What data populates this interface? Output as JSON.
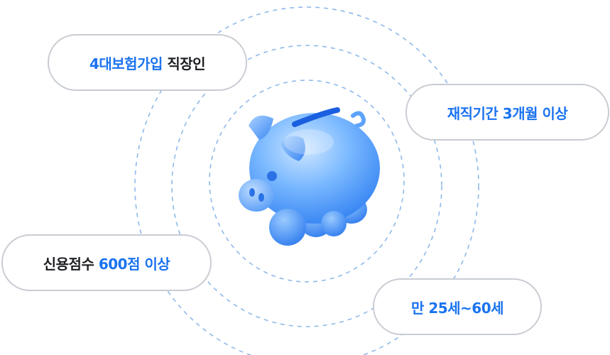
{
  "badges": [
    {
      "highlight": "4대보험가입",
      "text": " 직장인"
    },
    {
      "text": "재직기간 3개월 이상"
    },
    {
      "text": "신용점수 ",
      "highlight": "600점 이상"
    },
    {
      "text": "만 25세~60세"
    }
  ],
  "colors": {
    "accent": "#1a73f0",
    "text": "#1d1f24",
    "pill_border": "#c8ccd2",
    "ring": "#8fb9ea"
  },
  "icons": {
    "center": "piggy-bank-icon"
  }
}
